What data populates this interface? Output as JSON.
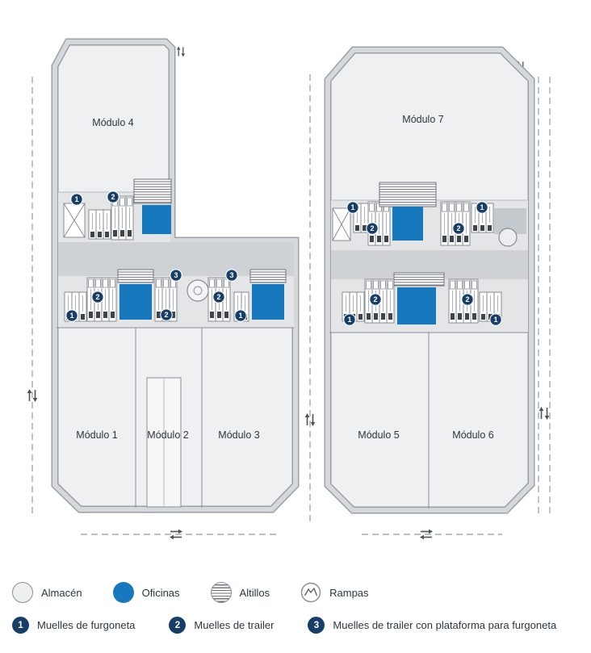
{
  "colors": {
    "office_blue": "#1878be",
    "badge_navy": "#163e69",
    "wall_gray": "#9aa0a5",
    "interior_gray": "#eef0f1",
    "corridor_gray": "#ced2d5"
  },
  "modules": [
    {
      "label": "Módulo 1"
    },
    {
      "label": "Módulo 2"
    },
    {
      "label": "Módulo 3"
    },
    {
      "label": "Módulo 4"
    },
    {
      "label": "Módulo 5"
    },
    {
      "label": "Módulo 6"
    },
    {
      "label": "Módulo 7"
    }
  ],
  "badges": {
    "van": "1",
    "trailer": "2",
    "trailer_platform": "3"
  },
  "legend": {
    "areas": [
      {
        "label": "Almacén"
      },
      {
        "label": "Oficinas"
      },
      {
        "label": "Altillos"
      },
      {
        "label": "Rampas"
      }
    ],
    "docks": [
      {
        "num": "1",
        "label": "Muelles de furgoneta"
      },
      {
        "num": "2",
        "label": "Muelles de trailer"
      },
      {
        "num": "3",
        "label": "Muelles de trailer con plataforma para furgoneta"
      }
    ]
  }
}
